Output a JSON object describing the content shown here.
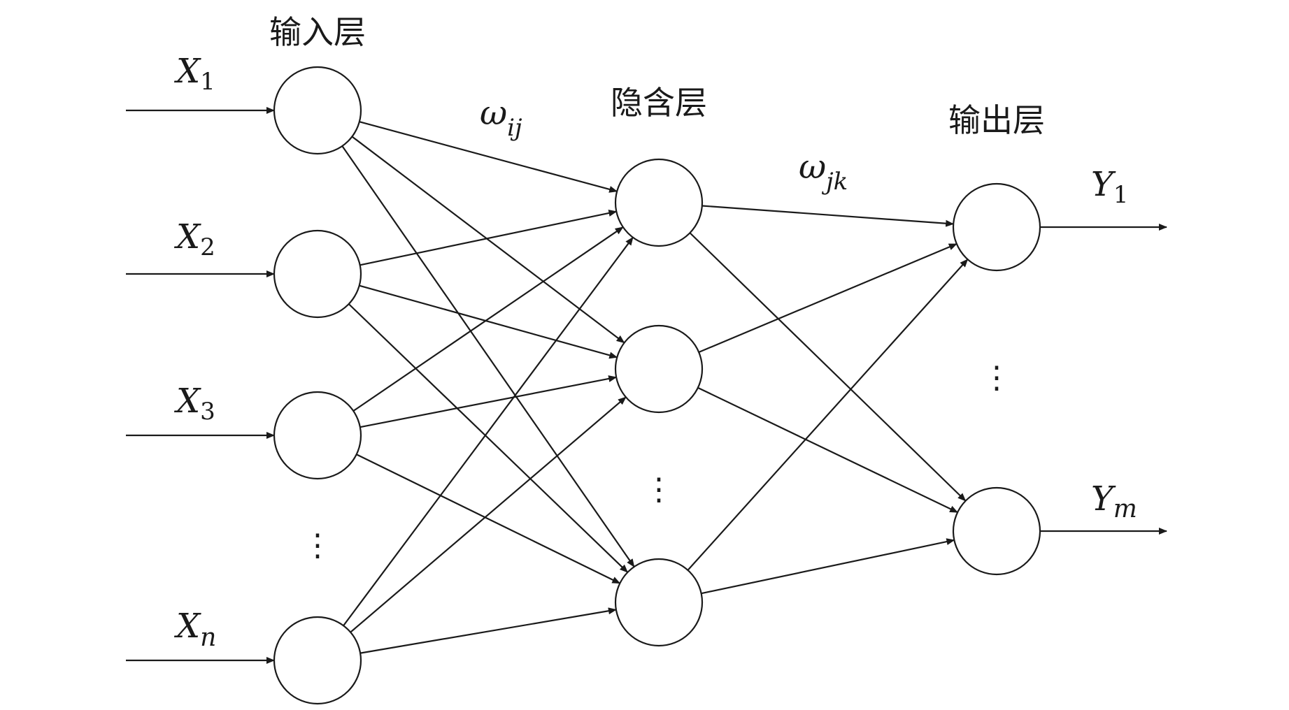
{
  "layers": {
    "input": "输入层",
    "hidden": "隐含层",
    "output": "输出层"
  },
  "inputs": [
    {
      "var": "X",
      "sub": "1"
    },
    {
      "var": "X",
      "sub": "2"
    },
    {
      "var": "X",
      "sub": "3"
    },
    {
      "var": "X",
      "sub": "n"
    }
  ],
  "outputs": [
    {
      "var": "Y",
      "sub": "1"
    },
    {
      "var": "Y",
      "sub": "m"
    }
  ],
  "weights": {
    "input_hidden": {
      "symbol": "ω",
      "sub": "ij"
    },
    "hidden_output": {
      "symbol": "ω",
      "sub": "jk"
    }
  },
  "ellipsis": "⋮"
}
